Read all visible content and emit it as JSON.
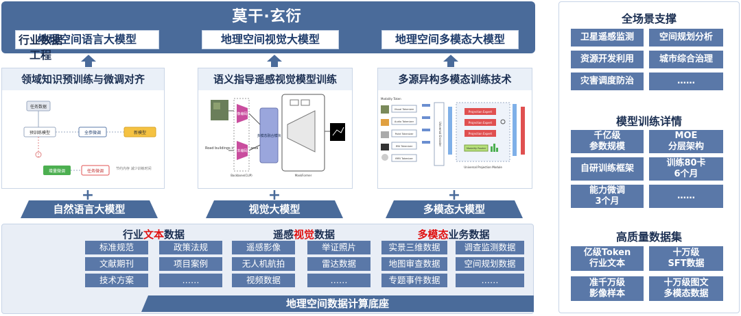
{
  "top": {
    "title": "莫干·玄衍",
    "models": [
      "地理空间语言大模型",
      "地理空间视觉大模型",
      "地理空间多模态大模型"
    ]
  },
  "middle": [
    {
      "title": "领域知识预训练与微调对齐",
      "sketch": {
        "top_node": "任务数据",
        "node_pretrain": "预训练模型",
        "node_full": "全参微调",
        "node_new": "新模型",
        "node_lora": "增量微调",
        "node_task": "任务微调",
        "note": "节约内存\n减少训练时间"
      },
      "bar": "自然语言大模型"
    },
    {
      "title": "语义指导遥感视觉模型训练",
      "sketch": {
        "enc_img": "图像编码器",
        "enc_txt": "文本编码器",
        "fuse": "多模态融合模块",
        "text_in": "Road buildings in\nthe new area",
        "lbl_a": "Backbone(CLIP)",
        "lbl_b": "MaskFormer"
      },
      "bar": "视觉大模型"
    },
    {
      "title": "多源异构多模态训练技术",
      "sketch": {
        "tokenizers": [
          "Modality Token",
          "Visual Tokenizer",
          "Audio Tokenizer",
          "Point Tokenizer",
          "IMU Tokenizer",
          "fMRI Tokenizer"
        ],
        "encoder": "Universal Encoder",
        "experts": [
          "Projection Expert",
          "Projection Expert",
          "Projection Expert"
        ],
        "router": "Modality Router",
        "module": "Universal Projection Module"
      },
      "bar": "多模态大模型"
    }
  ],
  "data_engineering": {
    "title_line1": "行业数据",
    "title_line2": "工程",
    "groups": [
      {
        "title_pre": "行业",
        "title_hl": "文本",
        "title_post": "数据",
        "items": [
          "标准规范",
          "政策法规",
          "文献期刊",
          "项目案例",
          "技术方案",
          "……"
        ]
      },
      {
        "title_pre": "遥感",
        "title_hl": "视觉",
        "title_post": "数据",
        "items": [
          "遥感影像",
          "举证照片",
          "无人机航拍",
          "雷达数据",
          "视频数据",
          "……"
        ]
      },
      {
        "title_pre": "",
        "title_hl": "多模态",
        "title_post": "业务数据",
        "items": [
          "实景三维数据",
          "调查监测数据",
          "地图审查数据",
          "空间规划数据",
          "专题事件数据",
          "……"
        ]
      }
    ],
    "base": "地理空间数据计算底座"
  },
  "right": {
    "sections": [
      {
        "title": "全场景支撑",
        "items": [
          "卫星遥感监测",
          "空间规划分析",
          "资源开发利用",
          "城市综合治理",
          "灾害调度防治",
          "……"
        ]
      },
      {
        "title": "模型训练详情",
        "items": [
          "千亿级\n参数规模",
          "MOE\n分层架构",
          "自研训练框架",
          "训练80卡\n6个月",
          "能力微调\n3个月",
          "……"
        ]
      },
      {
        "title": "高质量数据集",
        "items": [
          "亿级Token\n行业文本",
          "十万级\nSFT数据",
          "准千万级\n影像样本",
          "十万级图文\n多模态数据"
        ]
      }
    ]
  },
  "colors": {
    "primary": "#4a6b9a",
    "button": "#5a78a8",
    "highlight": "#e01010",
    "panel_bg": "#e9eef6"
  }
}
